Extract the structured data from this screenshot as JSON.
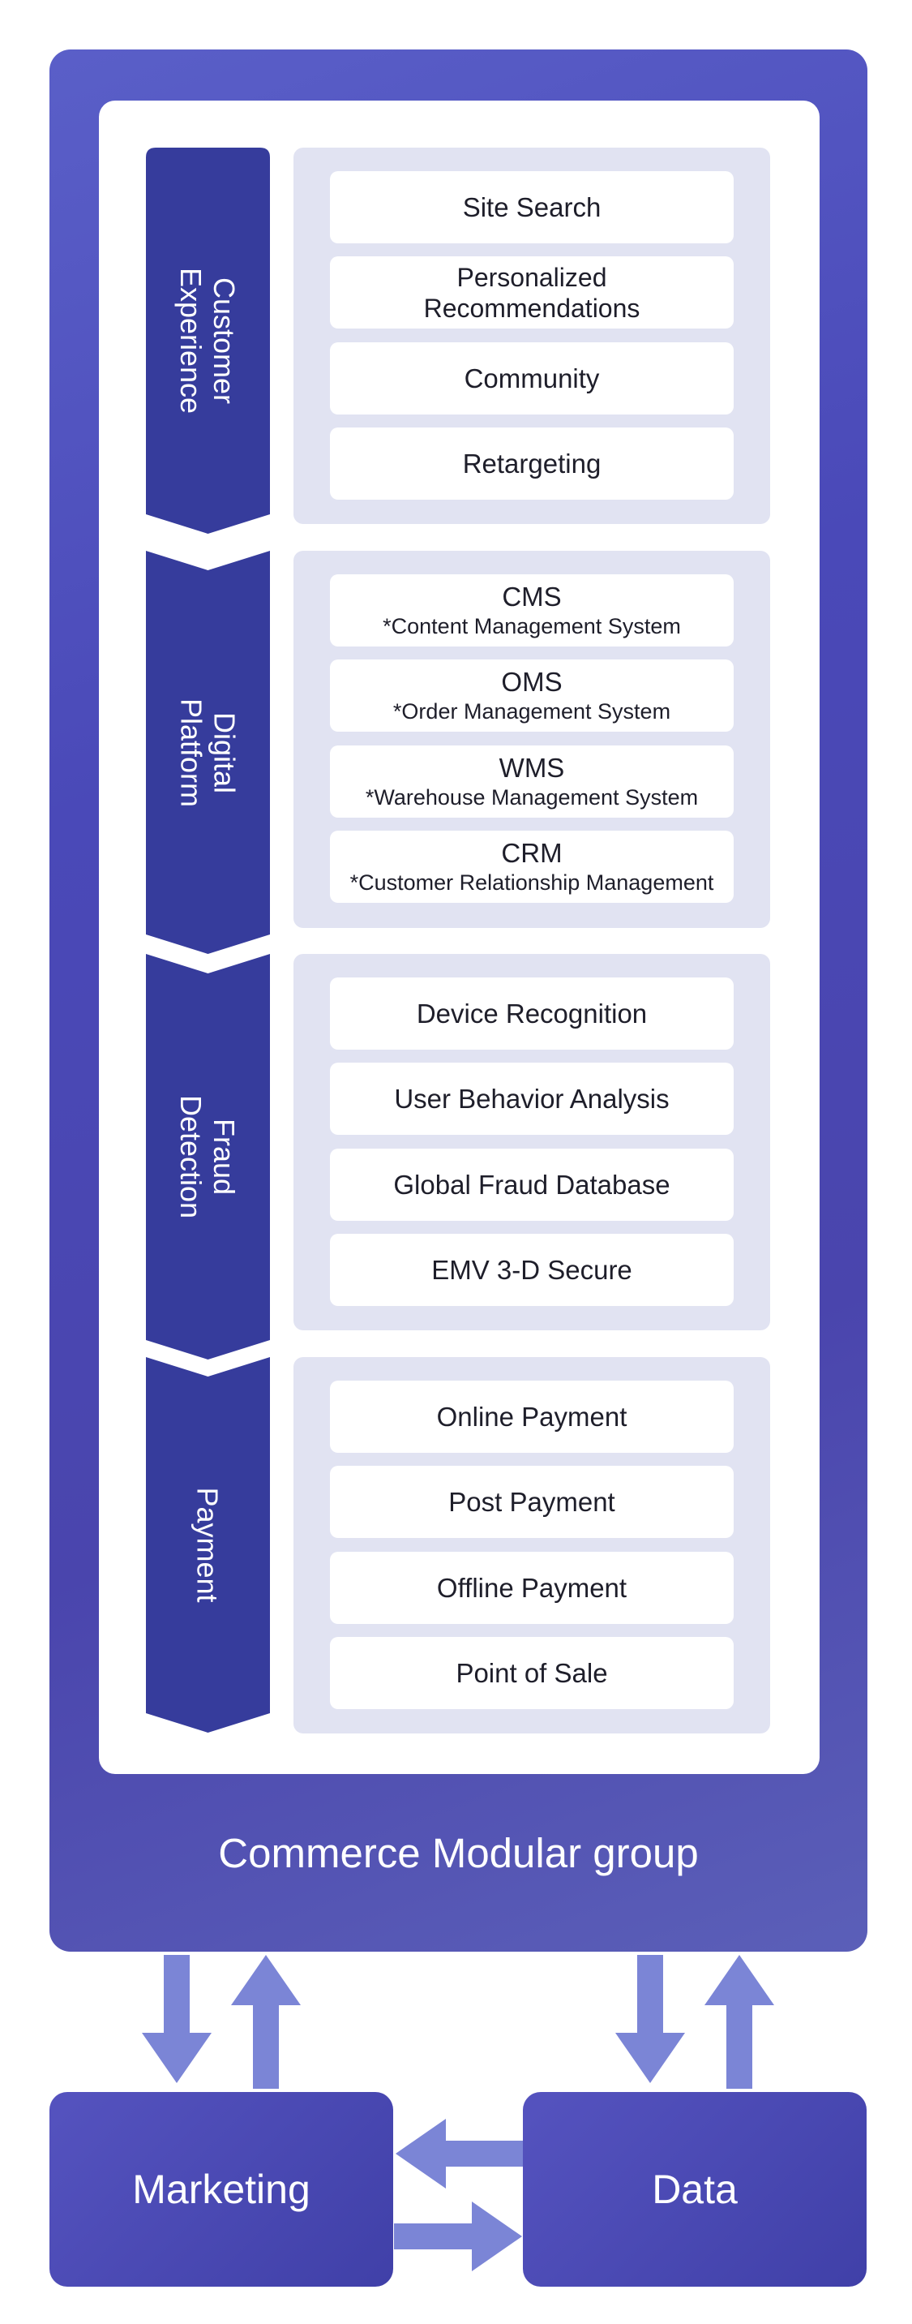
{
  "group_title": "Commerce Modular group",
  "sections": [
    {
      "label": "Customer\nExperience",
      "items": [
        {
          "title": "Site Search"
        },
        {
          "title": "Personalized\nRecommendations"
        },
        {
          "title": "Community"
        },
        {
          "title": "Retargeting"
        }
      ]
    },
    {
      "label": "Digital Platform",
      "items": [
        {
          "title": "CMS",
          "subtitle": "*Content Management System"
        },
        {
          "title": "OMS",
          "subtitle": "*Order Management System"
        },
        {
          "title": "WMS",
          "subtitle": "*Warehouse Management System"
        },
        {
          "title": "CRM",
          "subtitle": "*Customer Relationship Management"
        }
      ]
    },
    {
      "label": "Fraud\nDetection",
      "items": [
        {
          "title": "Device Recognition"
        },
        {
          "title": "User Behavior Analysis"
        },
        {
          "title": "Global Fraud Database"
        },
        {
          "title": "EMV 3-D Secure"
        }
      ]
    },
    {
      "label": "Payment",
      "items": [
        {
          "title": "Online Payment"
        },
        {
          "title": "Post Payment"
        },
        {
          "title": "Offline Payment"
        },
        {
          "title": "Point of Sale"
        }
      ]
    }
  ],
  "bottom": {
    "left_label": "Marketing",
    "right_label": "Data"
  },
  "colors": {
    "outer": "#4a49b8",
    "chevron": "#363c9c",
    "panel": "#e1e3f2",
    "arrow": "#7b85d6"
  }
}
